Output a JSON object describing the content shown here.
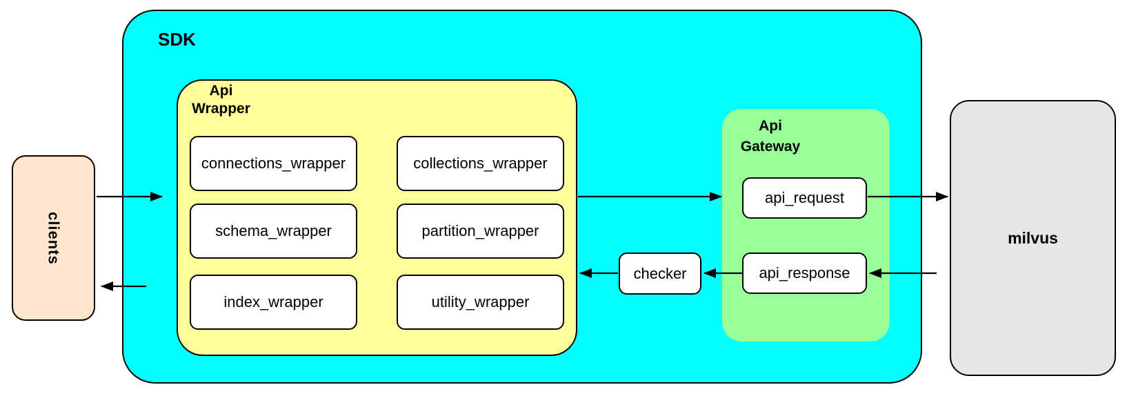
{
  "diagram": {
    "clients": {
      "label": "clients"
    },
    "sdk": {
      "label": "SDK",
      "api_wrapper": {
        "label": "Api\nWrapper",
        "modules": [
          "connections_wrapper",
          "collections_wrapper",
          "schema_wrapper",
          "partition_wrapper",
          "index_wrapper",
          "utility_wrapper"
        ]
      },
      "checker": {
        "label": "checker"
      },
      "api_gateway": {
        "label": "Api\nGateway",
        "request_label": "api_request",
        "response_label": "api_response"
      }
    },
    "milvus": {
      "label": "milvus"
    },
    "colors": {
      "sdk_fill": "#00FFFF",
      "api_wrapper_fill": "#FFFF99",
      "api_gateway_fill": "#99FF99",
      "clients_fill": "#FFE6CC",
      "milvus_fill": "#E6E6E6",
      "node_fill": "#FFFFFF",
      "stroke": "#000000"
    }
  }
}
